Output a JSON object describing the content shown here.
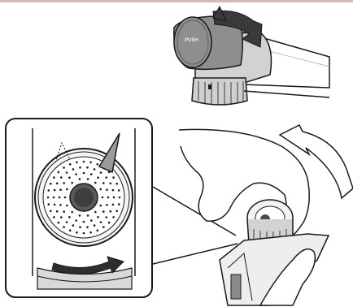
{
  "figure": {
    "panels": [
      {
        "id": "filter-cap-detail",
        "cap_label": "PUSH",
        "rotation": "counter-clockwise"
      },
      {
        "id": "nozzle-zoom",
        "rotation": "clockwise"
      },
      {
        "id": "hand-removal",
        "rotation": "counter-clockwise"
      }
    ]
  },
  "colors": {
    "accent_band": "#d9b9b3",
    "cap_gray": "#8e8e8e",
    "body_gray": "#d2d2d2",
    "arrow_dark": "#3a3a3a",
    "line": "#1a1a1a"
  }
}
